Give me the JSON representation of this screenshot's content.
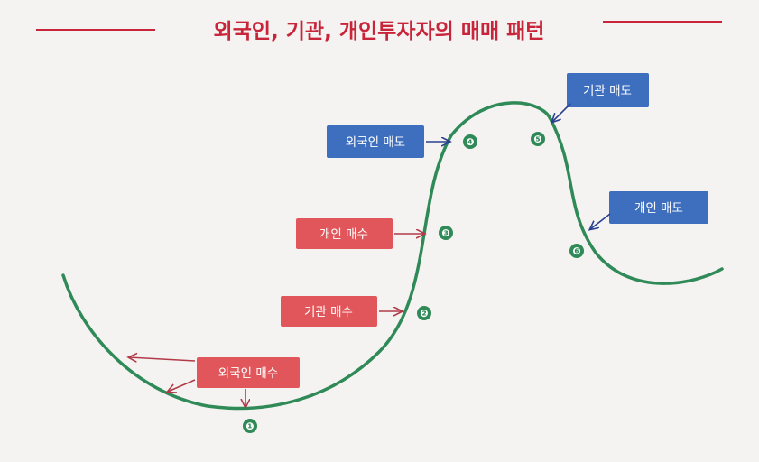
{
  "title": "외국인, 기관, 개인투자자의 매매 패턴",
  "colors": {
    "title": "#c8253a",
    "curve": "#2f8a58",
    "buy_box": "#e0565a",
    "sell_box": "#3d6fbe",
    "buy_arrow": "#b23a48",
    "sell_arrow": "#2a3f8e",
    "marker": "#2f8a58"
  },
  "labels": {
    "foreign_buy": "외국인 매수",
    "institution_buy": "기관 매수",
    "individual_buy": "개인 매수",
    "foreign_sell": "외국인 매도",
    "institution_sell": "기관 매도",
    "individual_sell": "개인 매도"
  },
  "markers": [
    "❶",
    "❷",
    "❸",
    "❹",
    "❺",
    "❻"
  ]
}
